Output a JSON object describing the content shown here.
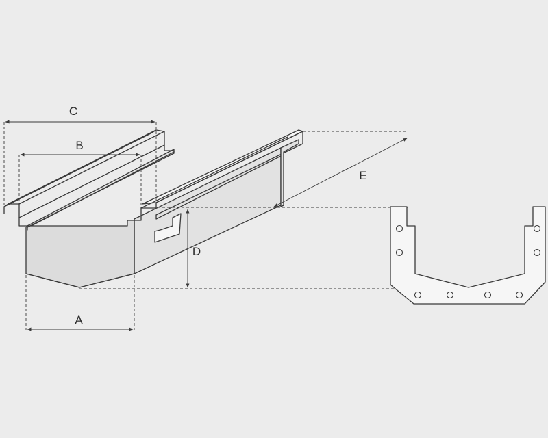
{
  "diagram": {
    "dimensions": [
      {
        "id": "C",
        "label": "C"
      },
      {
        "id": "B",
        "label": "B"
      },
      {
        "id": "E",
        "label": "E"
      },
      {
        "id": "D",
        "label": "D"
      },
      {
        "id": "A",
        "label": "A"
      }
    ],
    "colors": {
      "background": "#ececec",
      "line": "#3a3a3a",
      "face": "#dcdcdc"
    }
  }
}
